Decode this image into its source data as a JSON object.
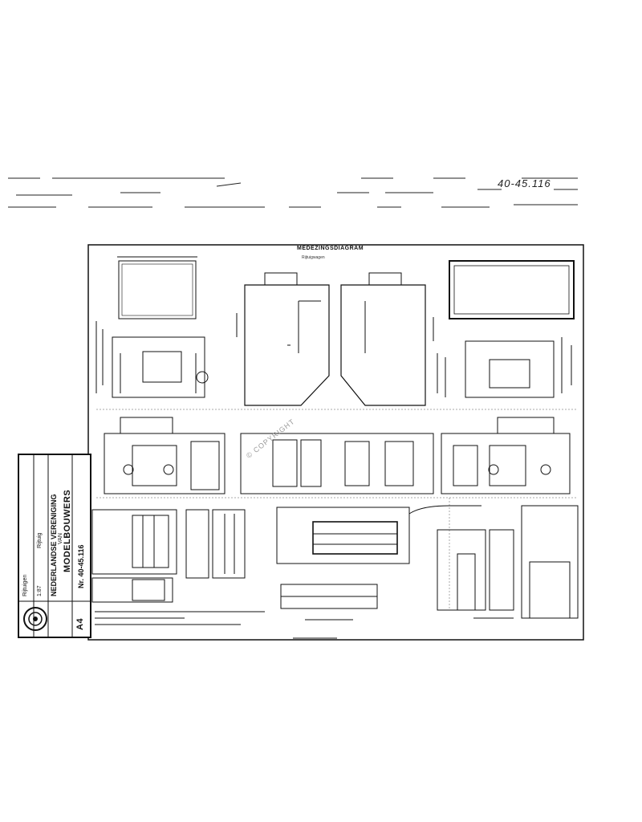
{
  "header": {
    "reference_number": "40-45.116"
  },
  "drawing": {
    "title": "MEDEZINGSDIAGRAM",
    "subtitle": "Rijtuigwagen"
  },
  "title_block": {
    "section": "Rijtuigen",
    "scale": "1:87",
    "subject": "Rijtuig",
    "association_line1": "NEDERLANDSE VERENIGING",
    "association_line2": "VAN",
    "association_line3": "MODELBOUWERS",
    "format": "A4",
    "number": "Nr. 40-45.116"
  },
  "watermark": {
    "text": "© COPYRIGHT"
  },
  "colors": {
    "ink": "#111111",
    "paper": "#ffffff",
    "watermark": "#9a9a9a"
  }
}
